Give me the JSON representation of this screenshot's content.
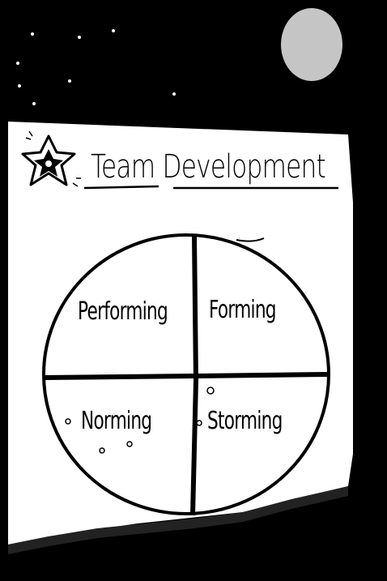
{
  "title": "Team Development",
  "quadrants": {
    "top_left": "Performing",
    "top_right": "Forming",
    "bottom_left": "Norming",
    "bottom_right": "Storming"
  },
  "icons": {
    "star": "star-doodle-icon"
  }
}
